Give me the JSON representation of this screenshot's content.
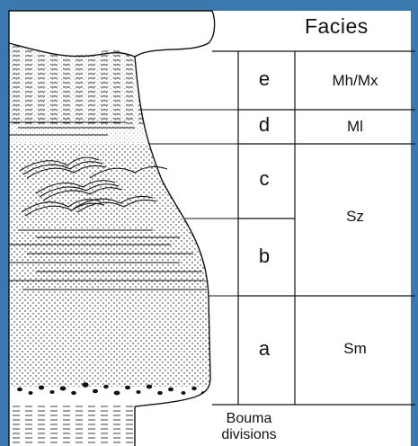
{
  "facies_header": "Facies",
  "divisions": [
    {
      "letter": "e",
      "facies": "Mh/Mx"
    },
    {
      "letter": "d",
      "facies": "Ml"
    },
    {
      "letter": "c",
      "facies": ""
    },
    {
      "letter": "b",
      "facies": ""
    },
    {
      "letter": "a",
      "facies": "Sm"
    }
  ],
  "shared_facies_cb": "Sz",
  "bouma_label_line1": "Bouma",
  "bouma_label_line2": "divisions",
  "colors": {
    "frame": "#3a78ad",
    "ink": "#111111",
    "paper": "#ffffff"
  }
}
